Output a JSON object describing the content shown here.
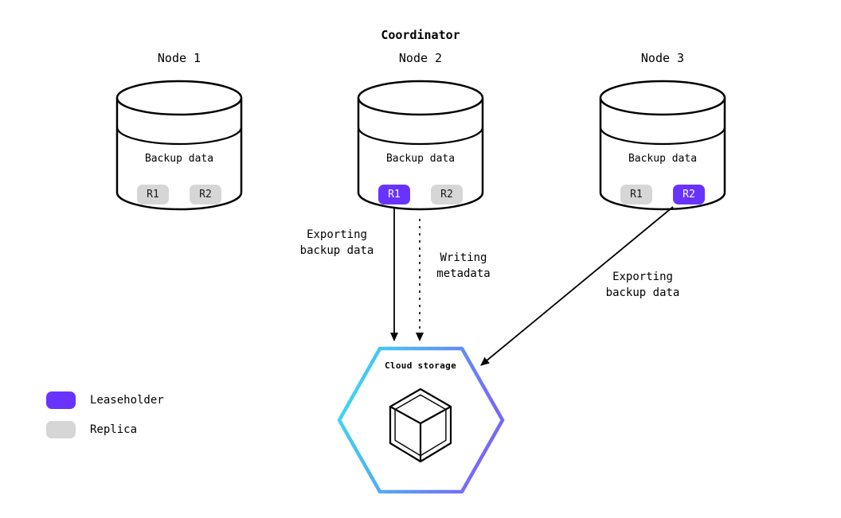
{
  "coordinator_title": "Coordinator",
  "nodes": [
    {
      "name": "Node 1",
      "data_label": "Backup data",
      "replicas": [
        {
          "label": "R1",
          "role": "replica"
        },
        {
          "label": "R2",
          "role": "replica"
        }
      ]
    },
    {
      "name": "Node 2",
      "data_label": "Backup data",
      "replicas": [
        {
          "label": "R1",
          "role": "leaseholder"
        },
        {
          "label": "R2",
          "role": "replica"
        }
      ]
    },
    {
      "name": "Node 3",
      "data_label": "Backup data",
      "replicas": [
        {
          "label": "R1",
          "role": "replica"
        },
        {
          "label": "R2",
          "role": "leaseholder"
        }
      ]
    }
  ],
  "edges": {
    "export_node2": {
      "label": "Exporting\nbackup data",
      "style": "solid"
    },
    "write_metadata": {
      "label": "Writing\nmetadata",
      "style": "dashed"
    },
    "export_node3": {
      "label": "Exporting\nbackup data",
      "style": "solid"
    }
  },
  "cloud_storage": {
    "label": "Cloud storage"
  },
  "legend": {
    "items": [
      {
        "label": "Leaseholder",
        "color": "#6933ff"
      },
      {
        "label": "Replica",
        "color": "#d6d6d6"
      }
    ]
  },
  "colors": {
    "leaseholder": "#6933ff",
    "replica": "#d6d6d6",
    "outline": "#000000",
    "hexagon_gradient_start": "#35e4f2",
    "hexagon_gradient_end": "#7668f8"
  }
}
